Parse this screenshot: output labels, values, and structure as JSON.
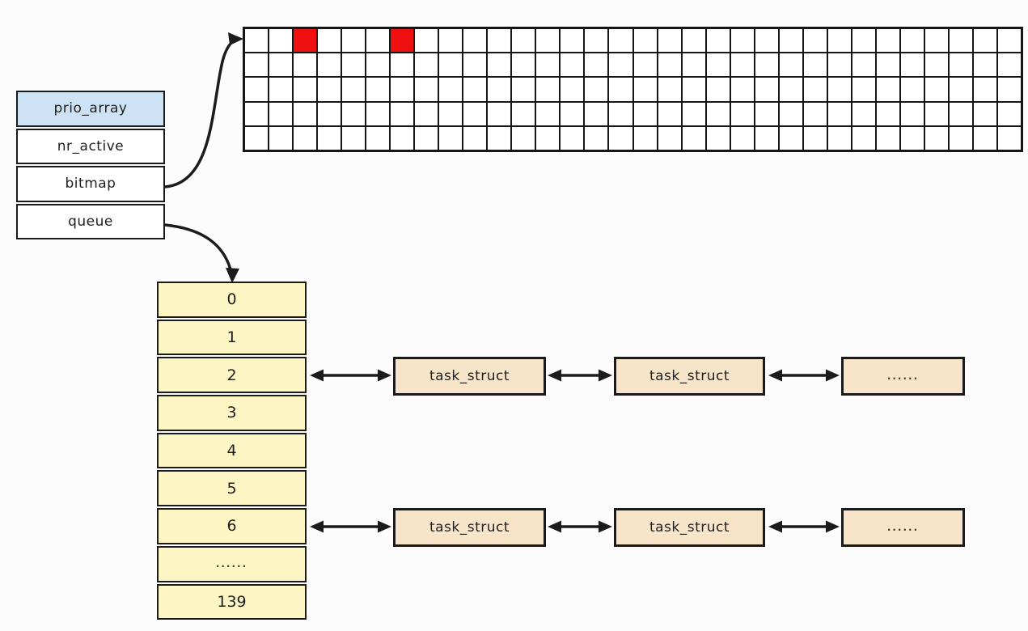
{
  "struct_box": {
    "header": "prio_array",
    "fields": [
      "nr_active",
      "bitmap",
      "queue"
    ],
    "header_color": "#cde2f4"
  },
  "bitmap_grid": {
    "rows": 5,
    "cols": 32,
    "set_bits": [
      {
        "row": 0,
        "col": 2
      },
      {
        "row": 0,
        "col": 6
      }
    ],
    "set_bit_color": "#ee1010"
  },
  "queue_array": {
    "cells": [
      "0",
      "1",
      "2",
      "3",
      "4",
      "5",
      "6",
      "......",
      "139"
    ],
    "cell_color": "#fbf6c3"
  },
  "task_lists": [
    {
      "boxes": [
        "task_struct",
        "task_struct",
        "......"
      ]
    },
    {
      "boxes": [
        "task_struct",
        "task_struct",
        "......"
      ]
    }
  ],
  "task_box_color": "#f8e5c9",
  "line_color": "#1b1b1b"
}
